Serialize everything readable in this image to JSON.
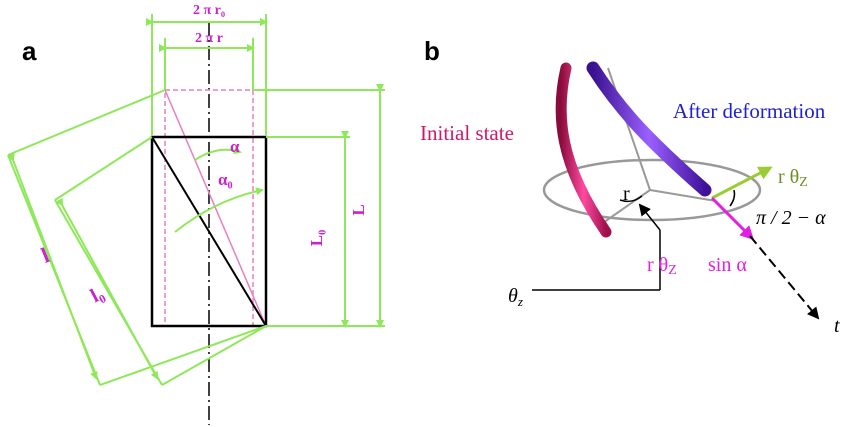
{
  "panel_a": {
    "letter": "a",
    "labels": {
      "two_pi_r0": "2 π r₀",
      "two_pi_r": "2 π r",
      "alpha": "α",
      "alpha0": "α₀",
      "L0": "L₀",
      "L": "L",
      "l": "l",
      "l0": "l₀"
    },
    "colors": {
      "dimension": "#8ee85a",
      "label": "#cc22cc",
      "initial": "#e680c0",
      "deformed": "#000000"
    }
  },
  "panel_b": {
    "letter": "b",
    "labels": {
      "initial_state": "Initial state",
      "after_deformation": "After deformation",
      "r": "r",
      "r_theta_z_green": "r θ",
      "r_theta_z_sub": "Z",
      "angle_expr": "π / 2 − α",
      "r_theta_z_magenta": "r θ",
      "r_theta_z_magenta_sub": "Z",
      "sin_alpha": "sin α",
      "theta_z": "θ",
      "theta_z_sub": "z",
      "t": "t"
    },
    "colors": {
      "initial": "#d01868",
      "after": "#2020d0",
      "green_vec": "#9acd32",
      "magenta_vec": "#e020e0"
    }
  }
}
